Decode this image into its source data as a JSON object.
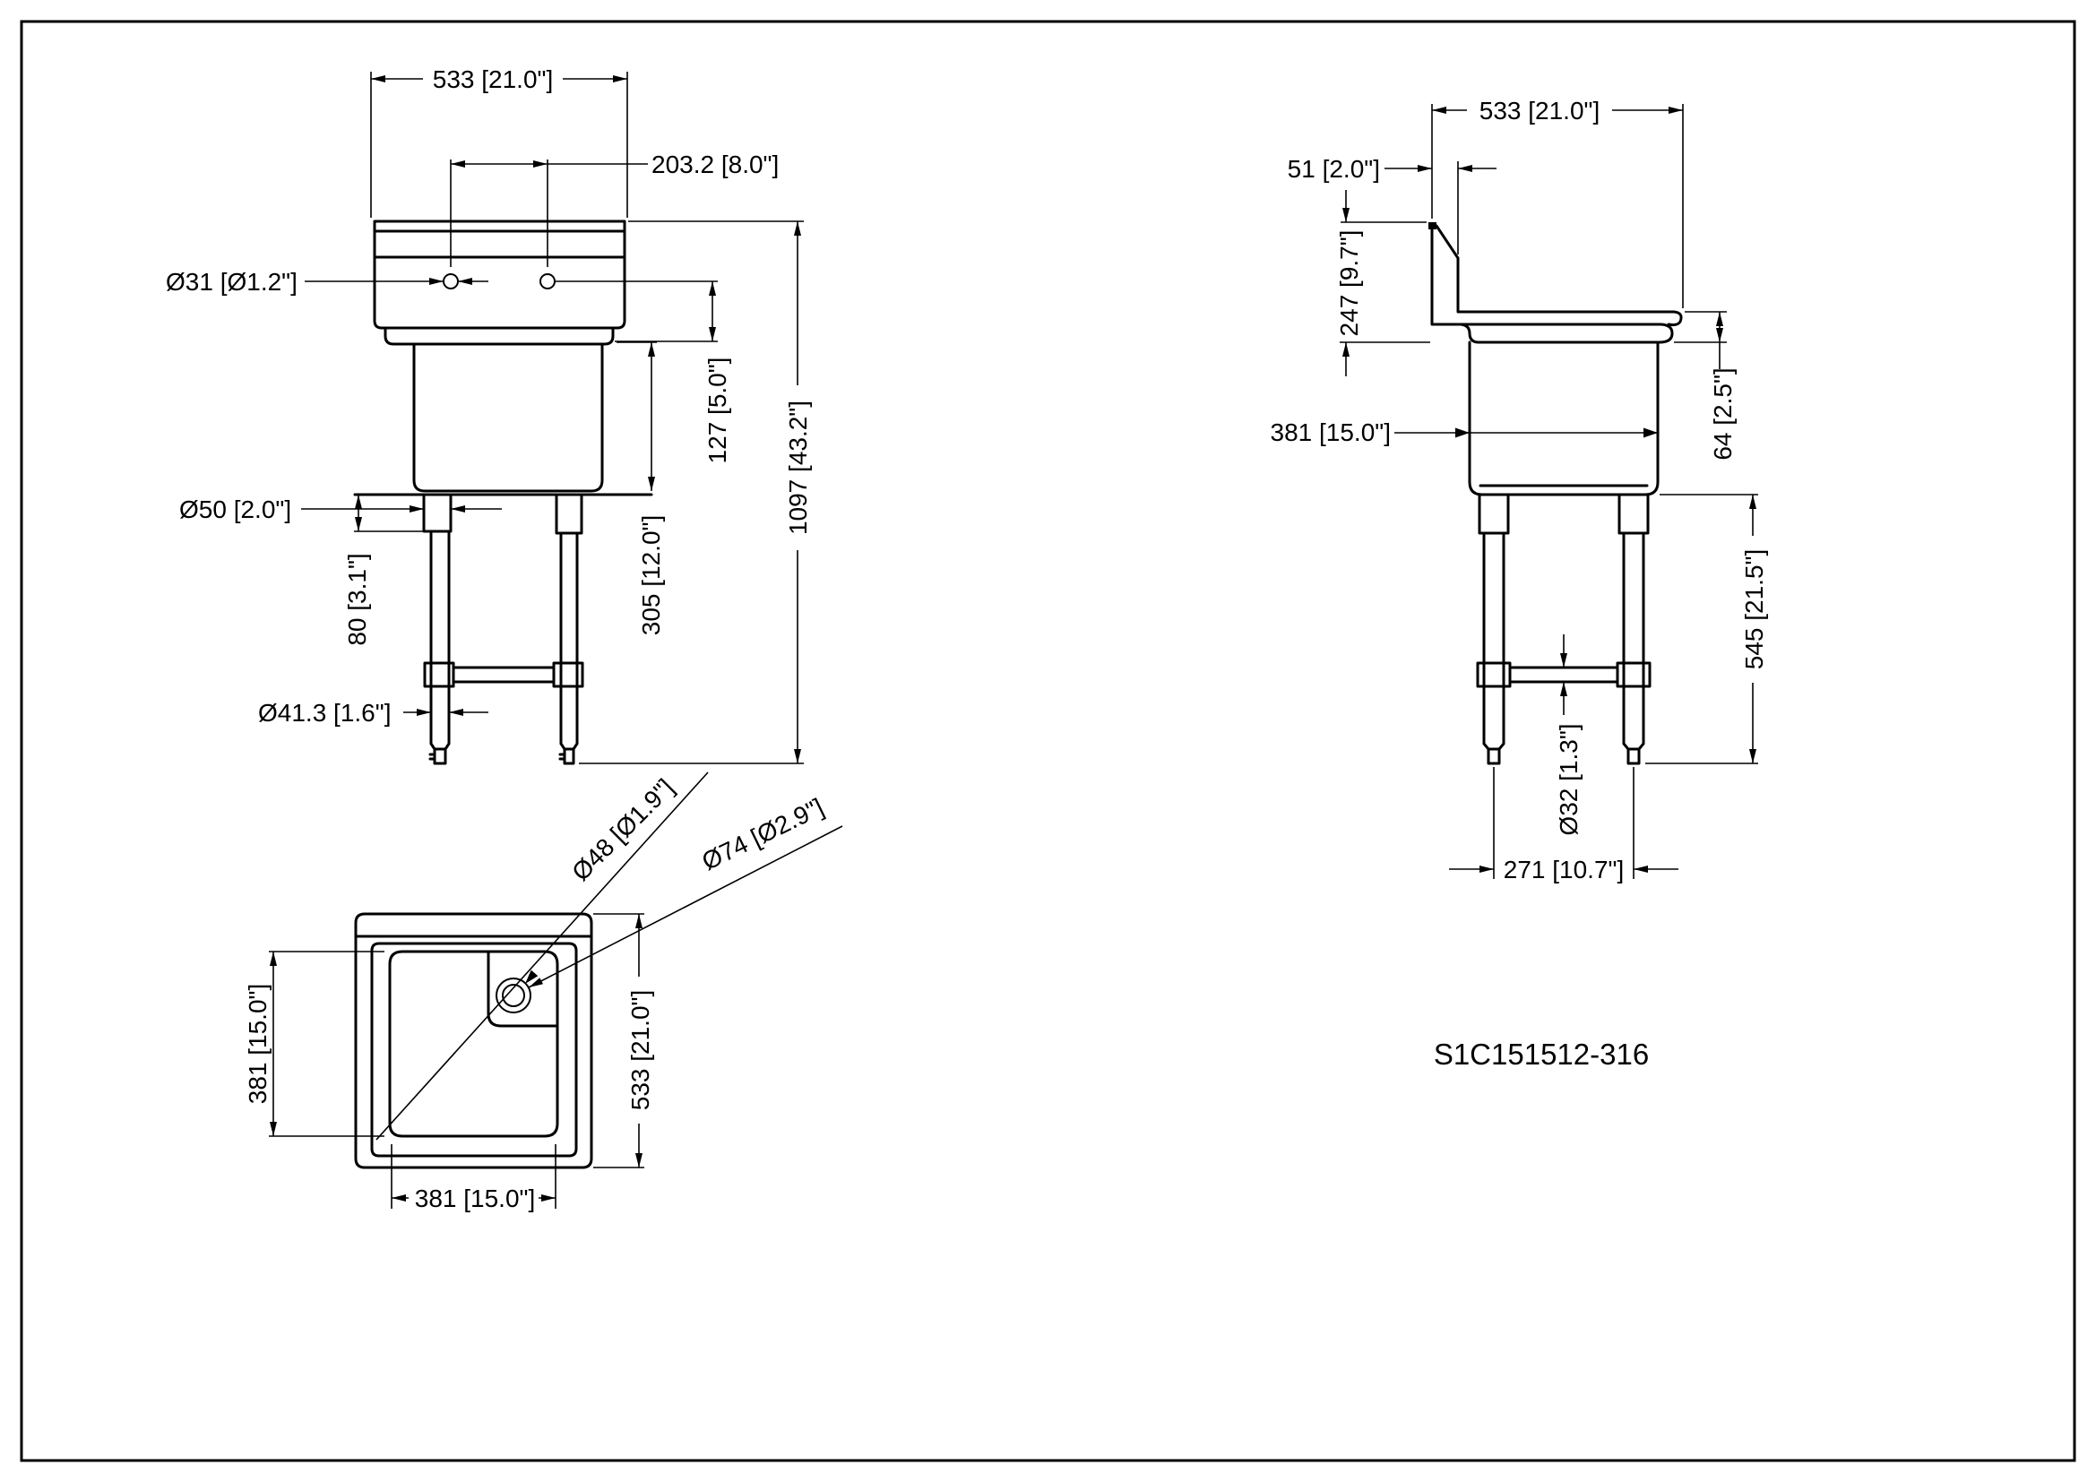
{
  "drawing": {
    "model_number": "S1C151512-316",
    "front_view": {
      "overall_width": "533 [21.0\"]",
      "faucet_hole_spacing": "203.2 [8.0\"]",
      "faucet_hole_diameter": "Ø31 [Ø1.2\"]",
      "rim_to_faucet_height": "127 [5.0\"]",
      "overall_height": "1097 [43.2\"]",
      "bowl_depth": "305 [12.0\"]",
      "drain_diameter": "Ø50 [2.0\"]",
      "drain_stub_length": "80 [3.1\"]",
      "leg_diameter": "Ø41.3 [1.6\"]"
    },
    "side_view": {
      "overall_depth": "533 [21.0\"]",
      "backsplash_thickness": "51 [2.0\"]",
      "backsplash_height": "247 [9.7\"]",
      "bowl_front_to_back": "381 [15.0\"]",
      "rim_height": "64 [2.5\"]",
      "leg_height": "545 [21.5\"]",
      "cross_brace_diameter": "Ø32 [1.3\"]",
      "leg_spacing": "271 [10.7\"]"
    },
    "plan_view": {
      "bowl_length": "381 [15.0\"]",
      "bowl_width": "381 [15.0\"]",
      "overall_length": "533 [21.0\"]",
      "drain_hole_diameter": "Ø48 [Ø1.9\"]",
      "drain_flange_diameter": "Ø74 [Ø2.9\"]"
    }
  }
}
